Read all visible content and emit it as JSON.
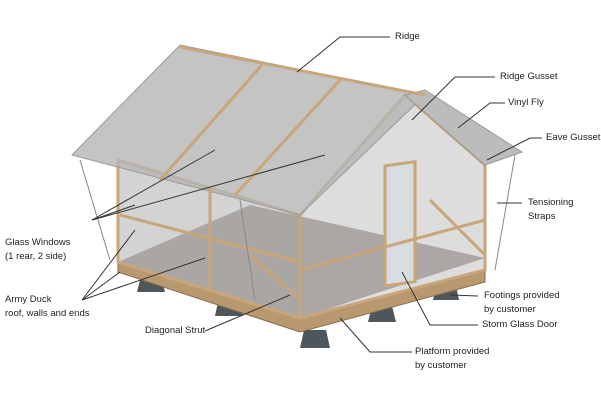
{
  "labels": {
    "ridge": "Ridge",
    "ridge_gusset": "Ridge Gusset",
    "vinyl_fly": "Vinyl Fly",
    "eave_gusset": "Eave Gusset",
    "tensioning_straps_1": "Tensioning",
    "tensioning_straps_2": "Straps",
    "glass_windows_1": "Glass Windows",
    "glass_windows_2": "(1 rear, 2 side)",
    "army_duck_1": "Army Duck",
    "army_duck_2": "roof, walls and ends",
    "diagonal_strut": "Diagonal Strut",
    "footings_1": "Footings provided",
    "footings_2": "by customer",
    "storm_glass_door": "Storm Glass Door",
    "platform_1": "Platform provided",
    "platform_2": "by customer"
  },
  "colors": {
    "wood": "#c9a57a",
    "canvas": "#b9b9b9",
    "floor": "#5a4a40",
    "footing": "#555b60"
  }
}
